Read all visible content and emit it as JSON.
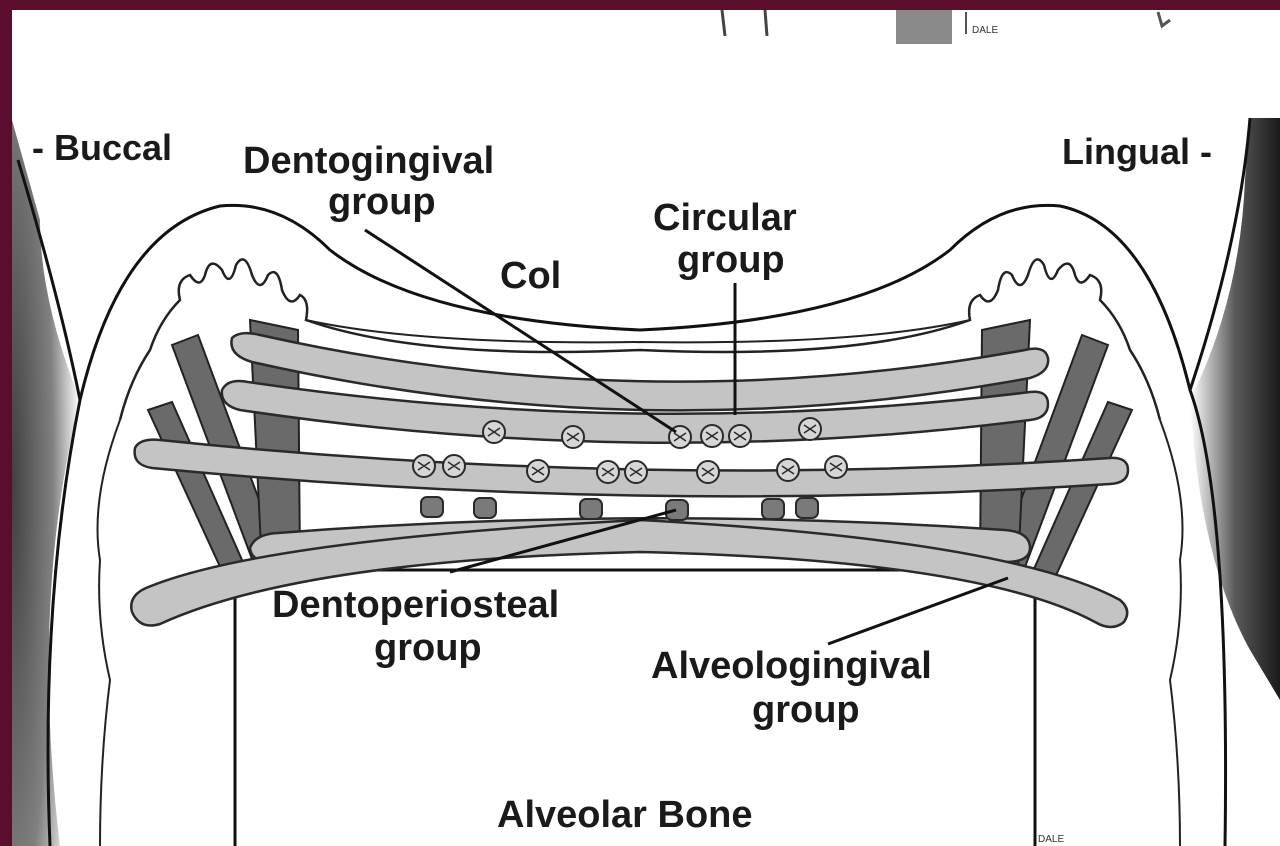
{
  "labels": {
    "buccal": "- Buccal",
    "lingual": "Lingual -",
    "dentogingival_1": "Dentogingival",
    "dentogingival_2": "group",
    "circular_1": "Circular",
    "circular_2": "group",
    "col": "Col",
    "dentoperiosteal_1": "Dentoperiosteal",
    "dentoperiosteal_2": "group",
    "alveologingival_1": "Alveologingival",
    "alveologingival_2": "group",
    "alveolar_bone": "Alveolar Bone"
  },
  "signatures": {
    "top": "DALE",
    "bottom": "DALE"
  },
  "colors": {
    "slide_background": "#5a0d2c",
    "paper": "#ffffff",
    "fiber_fill": "#bfbfbf",
    "fiber_stroke": "#333333",
    "dark_fiber": "#6a6a6a",
    "ink": "#1a1a1a"
  }
}
